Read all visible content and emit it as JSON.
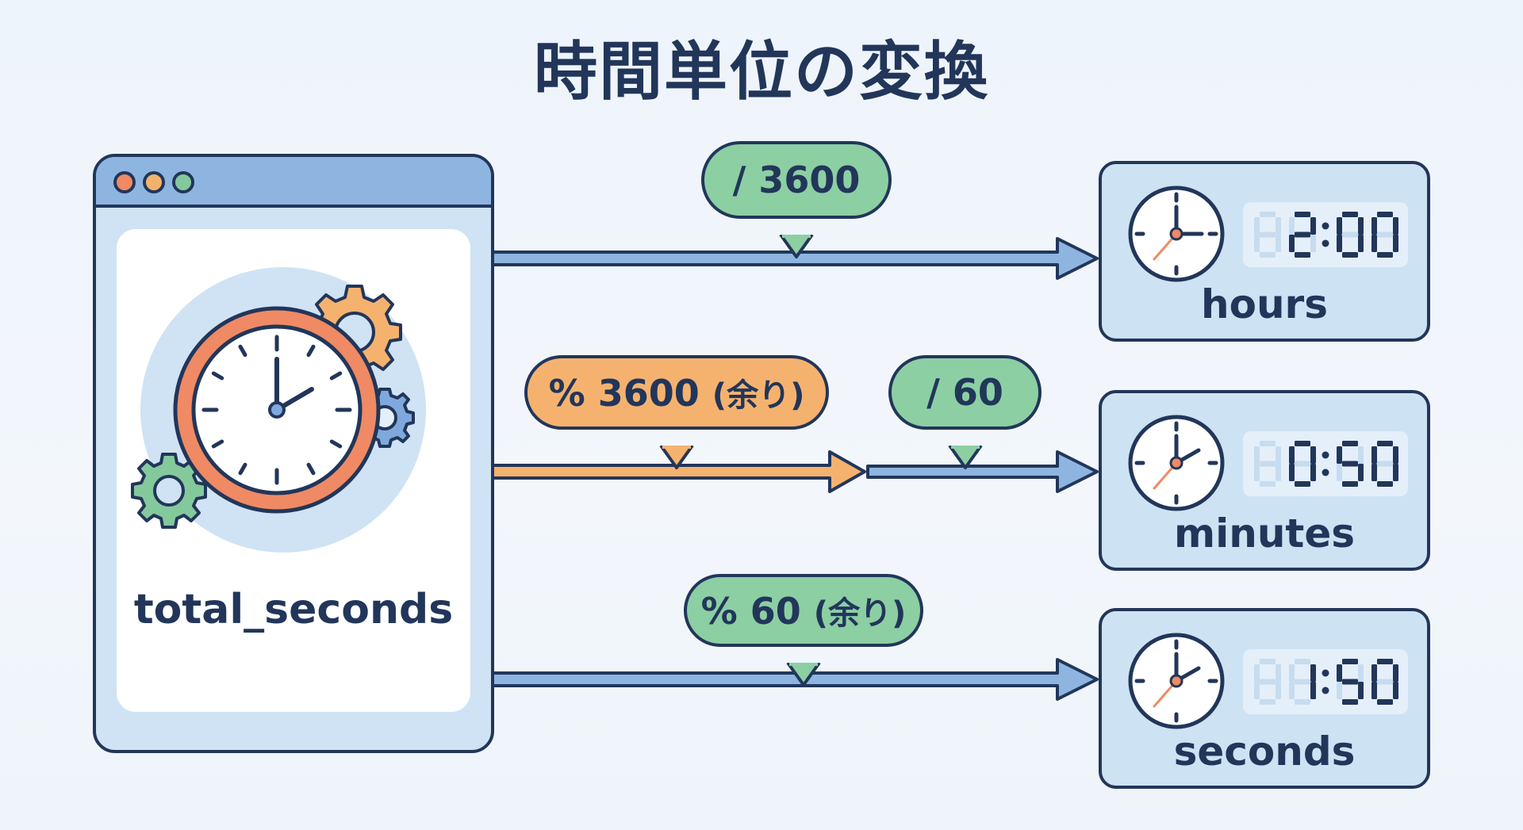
{
  "title": "時間単位の変換",
  "source": {
    "label": "total_seconds",
    "window_dots": [
      "red",
      "yellow",
      "green"
    ],
    "illustration": [
      "clock-icon",
      "gear-icon-orange",
      "gear-icon-blue",
      "gear-icon-green"
    ]
  },
  "operations": [
    {
      "label": "/ 3600",
      "color": "green",
      "target": "hours"
    },
    {
      "label": "% 3600",
      "note": "(余り)",
      "color": "orange",
      "target": "minutes"
    },
    {
      "label": "/ 60",
      "color": "green",
      "target": "minutes"
    },
    {
      "label": "% 60",
      "note": "(余り)",
      "color": "green",
      "target": "seconds"
    }
  ],
  "results": [
    {
      "label": "hours",
      "display": "2:00",
      "digits": [
        "",
        "2",
        "0",
        "0"
      ]
    },
    {
      "label": "minutes",
      "display": "0:50",
      "digits": [
        "",
        "0",
        "5",
        "0"
      ]
    },
    {
      "label": "seconds",
      "display": "1:50",
      "digits": [
        "",
        "1",
        "5",
        "0"
      ]
    }
  ],
  "colors": {
    "ink": "#22365a",
    "green": "#8ccfa3",
    "orange": "#f5b26f",
    "blue": "#8db5e0",
    "clock_rim": "#ef8a64",
    "panel": "#cde3f4"
  }
}
